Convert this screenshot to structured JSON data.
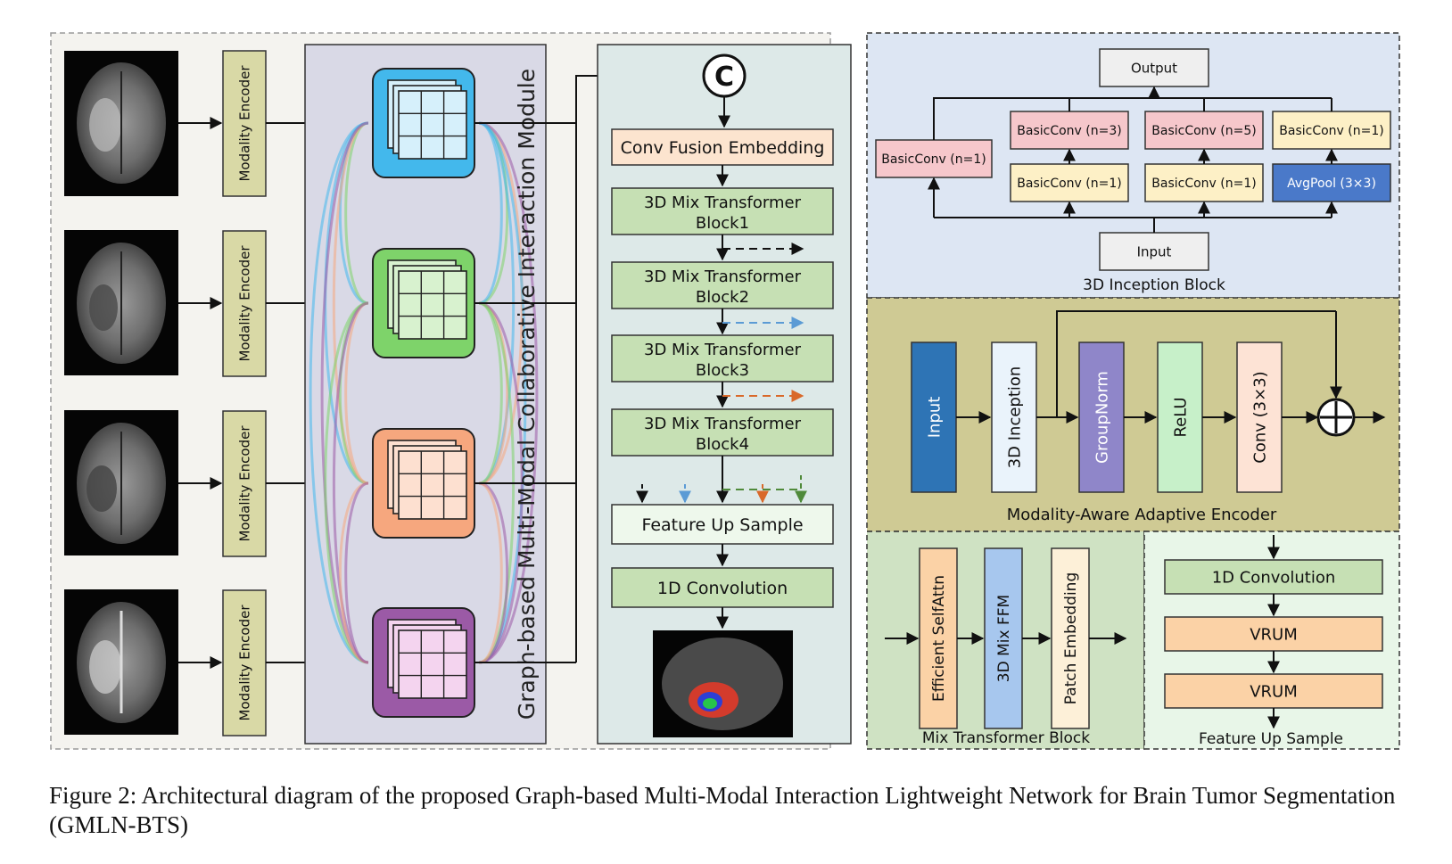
{
  "modalities": {
    "encoder_label": "Modality Encoder",
    "encoders": [
      "Modality Encoder",
      "Modality Encoder",
      "Modality Encoder",
      "Modality Encoder"
    ],
    "image_alt": [
      "FLAIR brain MRI slice",
      "T1 brain MRI slice",
      "T1ce brain MRI slice",
      "T2 brain MRI slice"
    ]
  },
  "graph_module": {
    "title": "Graph-based Multi-Modal Collaborative Interaction Module",
    "node_colors": [
      "#43b8ec",
      "#7ed36a",
      "#f6a77e",
      "#9b5aa6"
    ]
  },
  "main_pipeline": {
    "concat_symbol": "C",
    "conv_fusion": "Conv Fusion Embedding",
    "blocks": [
      {
        "line1": "3D Mix Transformer",
        "line2": "Block1"
      },
      {
        "line1": "3D Mix Transformer",
        "line2": "Block2"
      },
      {
        "line1": "3D Mix Transformer",
        "line2": "Block3"
      },
      {
        "line1": "3D Mix Transformer",
        "line2": "Block4"
      }
    ],
    "upsample": "Feature Up Sample",
    "conv1d": "1D Convolution",
    "output_alt": "Segmentation output"
  },
  "inception": {
    "title": "3D Inception Block",
    "output": "Output",
    "input": "Input",
    "left_conv": "BasicConv (n=1)",
    "top_convs": [
      "BasicConv (n=3)",
      "BasicConv (n=5)",
      "BasicConv (n=1)"
    ],
    "bottom_convs": [
      "BasicConv (n=1)",
      "BasicConv (n=1)",
      "AvgPool (3×3)"
    ]
  },
  "encoder_detail": {
    "title": "Modality-Aware Adaptive Encoder",
    "stages": [
      "Input",
      "3D Inception",
      "GroupNorm",
      "ReLU",
      "Conv (3×3)"
    ],
    "plus_symbol": "+"
  },
  "mix_block": {
    "title": "Mix Transformer Block",
    "stages": [
      "Efficient SelfAttn",
      "3D Mix FFM",
      "Patch Embedding"
    ]
  },
  "upsample_detail": {
    "title": "Feature Up Sample",
    "stages": [
      "1D Convolution",
      "VRUM",
      "VRUM"
    ]
  },
  "caption": "Figure 2: Architectural diagram of the proposed Graph-based Multi-Modal Interaction Lightweight Network for Brain Tumor Segmentation (GMLN-BTS)",
  "colors": {
    "panel_left_bg": "#f4f3ef",
    "graph_bg": "#d9d9e6",
    "pipeline_bg": "#dde9e8",
    "inception_bg": "#dde6f3",
    "encoder_bg": "#cfca94",
    "mix_bg": "#cfe2c3",
    "upsample_bg": "#e6f4e6",
    "green_box": "#c6e0b4",
    "orange_box": "#fbd2a6",
    "pink_box": "#f6c7cb",
    "yellow_box": "#fdf0c6",
    "blue_box": "#4a79c9"
  }
}
